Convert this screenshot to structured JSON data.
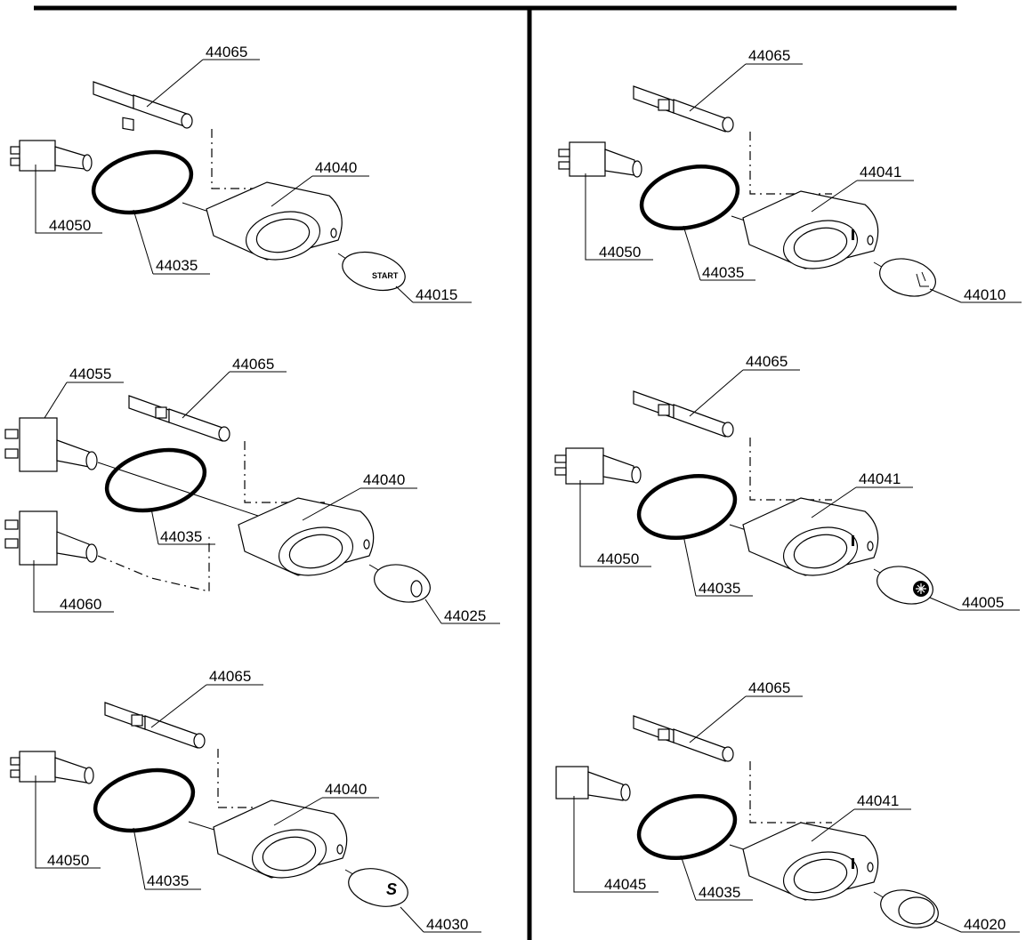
{
  "assemblies": [
    {
      "id": "top-left",
      "labels": {
        "cable": "44065",
        "switch": "44050",
        "ring": "44035",
        "bezel": "44040",
        "cap": "44015"
      },
      "cap_icon": "start-text-icon",
      "cap_text": "START",
      "has_thermo": false
    },
    {
      "id": "mid-left",
      "labels": {
        "cable": "44065",
        "switch": "44055",
        "switch2": "44060",
        "ring": "44035",
        "bezel": "44040",
        "cap": "44025"
      },
      "cap_icon": "power-zero-icon",
      "has_thermo": false
    },
    {
      "id": "bot-left",
      "labels": {
        "cable": "44065",
        "switch": "44050",
        "ring": "44035",
        "bezel": "44040",
        "cap": "44030"
      },
      "cap_icon": "sport-s-icon",
      "has_thermo": false
    },
    {
      "id": "top-right",
      "labels": {
        "cable": "44065",
        "switch": "44050",
        "ring": "44035",
        "bezel": "44041",
        "cap": "44010"
      },
      "cap_icon": "heated-seat-icon",
      "has_thermo": true
    },
    {
      "id": "mid-right",
      "labels": {
        "cable": "44065",
        "switch": "44050",
        "ring": "44035",
        "bezel": "44041",
        "cap": "44005"
      },
      "cap_icon": "snowflake-icon",
      "has_thermo": true
    },
    {
      "id": "bot-right",
      "labels": {
        "cable": "44065",
        "switch": "44045",
        "ring": "44035",
        "bezel": "44041",
        "cap": "44020"
      },
      "cap_icon": "blank-cap-icon",
      "has_thermo": true
    }
  ]
}
